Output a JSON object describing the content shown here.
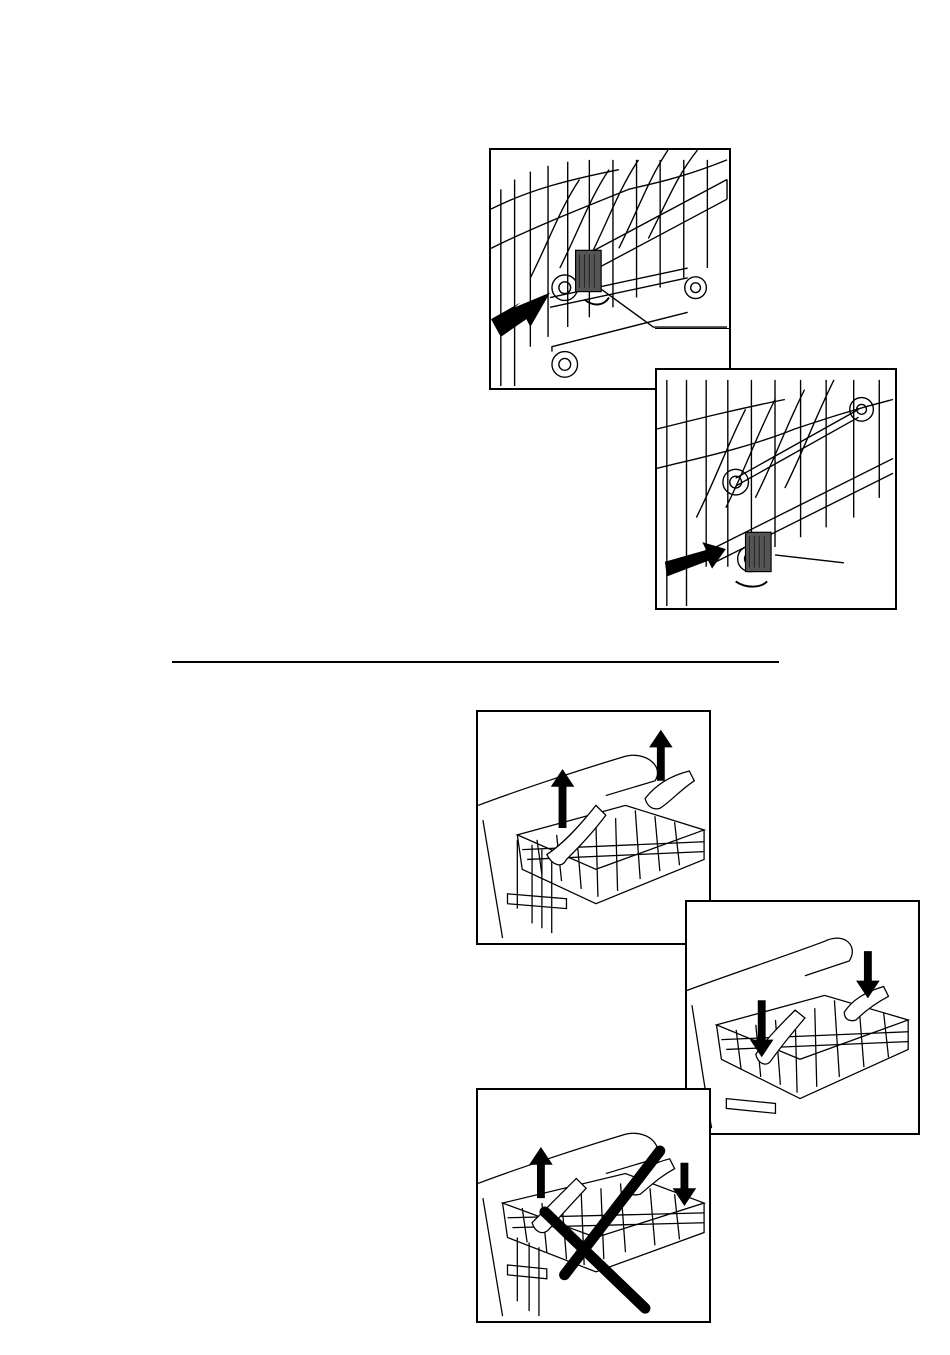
{
  "page": {
    "section_divider": "",
    "figures": [
      {
        "id": "upper-basket-rail-release",
        "caption": ""
      },
      {
        "id": "upper-basket-rail-lock",
        "caption": ""
      },
      {
        "id": "basket-raise-both-sides",
        "caption": ""
      },
      {
        "id": "basket-lower-both-sides",
        "caption": ""
      },
      {
        "id": "basket-one-side-wrong",
        "caption": ""
      }
    ]
  },
  "colors": {
    "ink": "#000000",
    "paper": "#ffffff",
    "latch": "#555555"
  },
  "icons": [
    "arrow-left-icon",
    "arrow-right-icon",
    "arrow-up-icon",
    "arrow-down-icon",
    "rotate-icon",
    "cross-out-icon",
    "hand-icon"
  ]
}
